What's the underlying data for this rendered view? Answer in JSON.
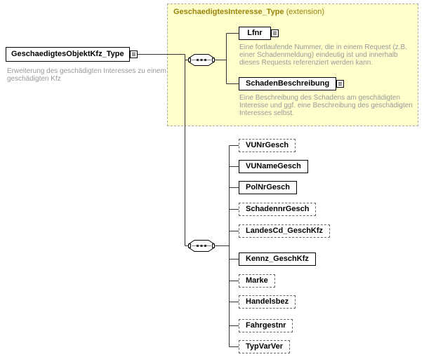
{
  "root": {
    "label": "GeschaedigtesObjektKfz_Type",
    "annotation": "Erweiterung des geschädigten Interesses zu einem geschädigten Kfz"
  },
  "extension_block": {
    "title": "GeschaedigtesInteresse_Type",
    "title_suffix": " (extension)",
    "elements": [
      {
        "name": "Lfnr",
        "annotation": "Eine fortlaufende Nummer, die in einem Request (z.B. einer Schadenmeldung) eindeutig ist und innerhalb dieses Requests referenziert werden kann."
      },
      {
        "name": "SchadenBeschreibung",
        "annotation": "Eine Beschreibung des Schadens am geschädigten Interesse und ggf. eine Beschreibung des geschädigten Interesses selbst."
      }
    ]
  },
  "content_sequence": {
    "elements": [
      {
        "name": "VUNrGesch",
        "optional": true
      },
      {
        "name": "VUNameGesch",
        "optional": false
      },
      {
        "name": "PolNrGesch",
        "optional": false
      },
      {
        "name": "SchadennrGesch",
        "optional": true
      },
      {
        "name": "LandesCd_GeschKfz",
        "optional": true
      },
      {
        "name": "Kennz_GeschKfz",
        "optional": false
      },
      {
        "name": "Marke",
        "optional": true
      },
      {
        "name": "Handelsbez",
        "optional": true
      },
      {
        "name": "Fahrgestnr",
        "optional": true
      },
      {
        "name": "TypVarVer",
        "optional": true
      }
    ]
  },
  "colors": {
    "extension_background": "#ffffcc",
    "extension_title_text": "#99840a",
    "annotation_text": "#999999",
    "connector_line": "#333333"
  }
}
